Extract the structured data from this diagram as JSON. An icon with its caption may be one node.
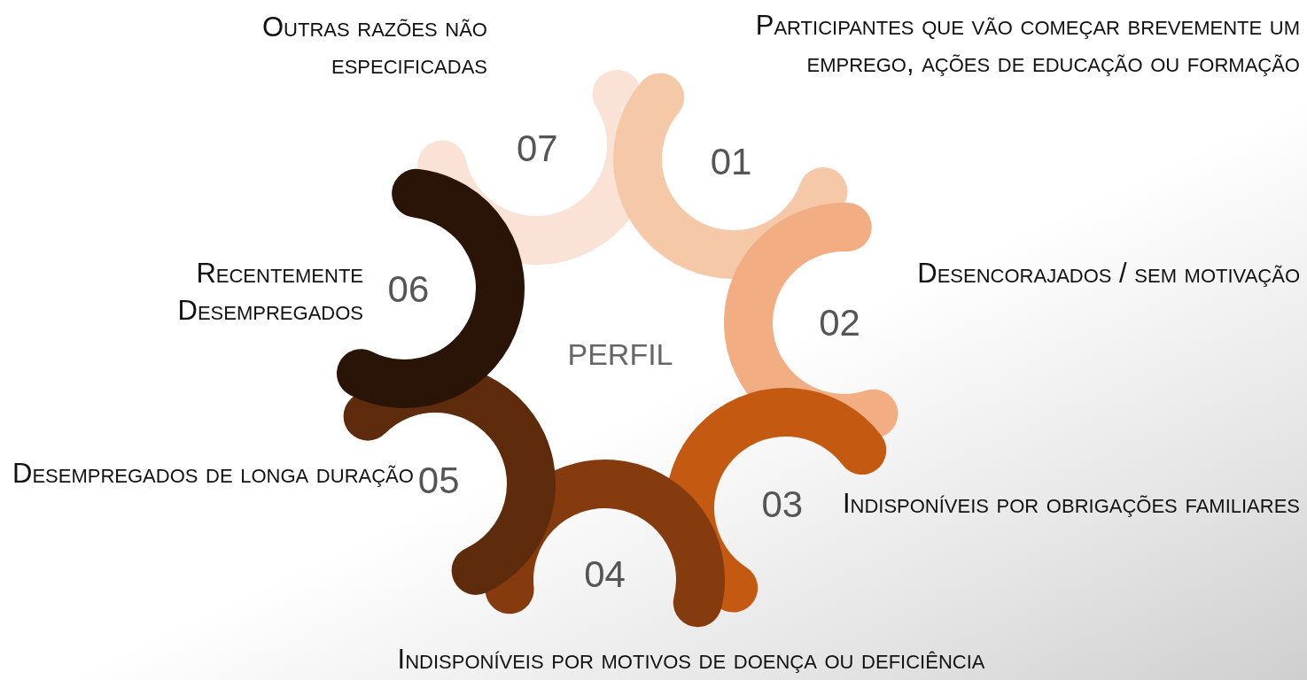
{
  "diagram": {
    "nodes": [
      {
        "text": [
          "PERFIL"
        ]
      },
      {
        "text": [
          "01"
        ],
        "beside": [
          "Participantes que vão começar brevemente um emprego, ações de educação ou formação"
        ]
      },
      {
        "text": [
          "02"
        ],
        "beside": [
          "Desencorajados / sem motivação"
        ]
      },
      {
        "text": [
          "03"
        ],
        "beside": [
          "Indisponíveis por obrigações familiares"
        ]
      },
      {
        "text": [
          "04"
        ],
        "beside": [
          "Indisponíveis por motivos de doença ou deficiência"
        ]
      },
      {
        "text": [
          "05"
        ],
        "beside": [
          "Desempregados de longa duração"
        ]
      },
      {
        "text": [
          "06"
        ],
        "beside": [
          "Recentemente Desempregados"
        ]
      },
      {
        "text": [
          "07"
        ],
        "beside": [
          "Outras razões não especificadas"
        ]
      }
    ]
  }
}
